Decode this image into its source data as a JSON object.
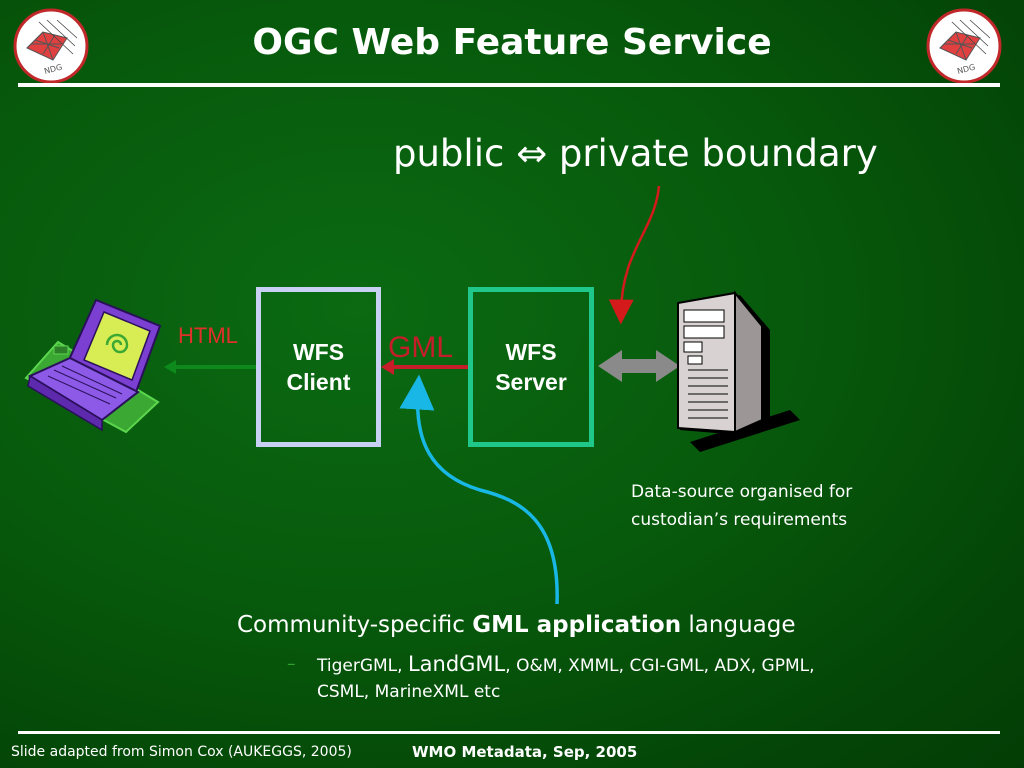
{
  "slide": {
    "title": "OGC Web Feature Service",
    "boundary_label": "public ⇔ private boundary",
    "html_label": "HTML",
    "gml_label": "GML",
    "wfs_client": {
      "line1": "WFS",
      "line2": "Client"
    },
    "wfs_server": {
      "line1": "WFS",
      "line2": "Server"
    },
    "data_source": {
      "line1": "Data-source organised for",
      "line2": "custodian’s requirements"
    },
    "community": {
      "prefix": "Community-specific ",
      "bold": "GML application",
      "suffix": " language"
    },
    "examples": {
      "dash": "–",
      "part1": "TigerGML, ",
      "landgml": "LandGML",
      "part2": ", O&M, XMML, CGI-GML, ADX, GPML, CSML, MarineXML etc"
    },
    "logo_text": "NDG"
  },
  "footer": {
    "left": "Slide adapted from Simon Cox (AUKEGGS, 2005)",
    "center": "WMO Metadata, Sep, 2005"
  },
  "colors": {
    "background": "#075a0c",
    "client_border": "#c8d0f4",
    "server_border": "#1fc78b",
    "gml_red": "#c51d2a",
    "html_red": "#e0302a",
    "boundary_arrow": "#d41a1a",
    "community_arrow": "#19b7e6"
  },
  "icons": [
    "ndg-logo-icon",
    "laptop-icon",
    "server-tower-icon",
    "double-arrow-icon"
  ]
}
